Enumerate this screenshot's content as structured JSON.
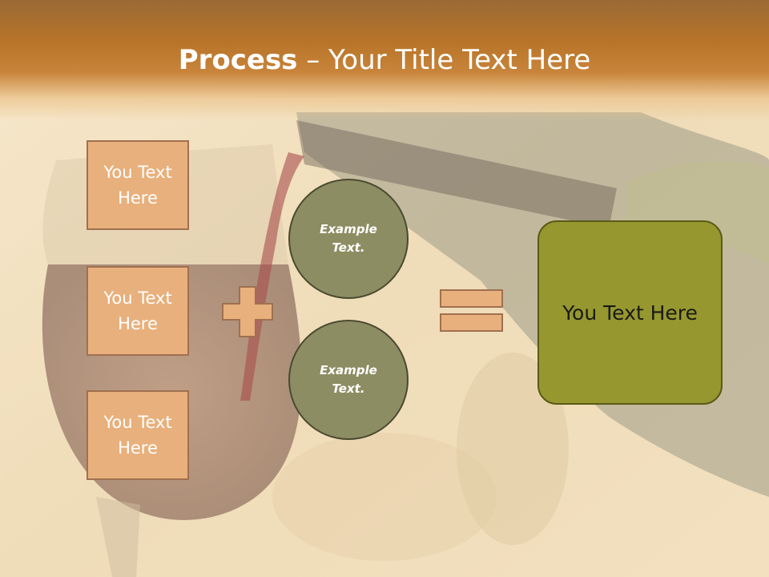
{
  "title": {
    "bold": "Process",
    "rest": " – Your Title Text Here"
  },
  "inputs": [
    {
      "label": "You Text Here"
    },
    {
      "label": "You Text Here"
    },
    {
      "label": "You Text Here"
    }
  ],
  "circles": [
    {
      "label": "Example Text."
    },
    {
      "label": "Example Text."
    }
  ],
  "result": {
    "label": "You Text Here"
  },
  "colors": {
    "box_fill": "#e8b07c",
    "circle_fill": "#8d8d63",
    "result_fill": "#96972e",
    "title_bar": "#b87428"
  }
}
